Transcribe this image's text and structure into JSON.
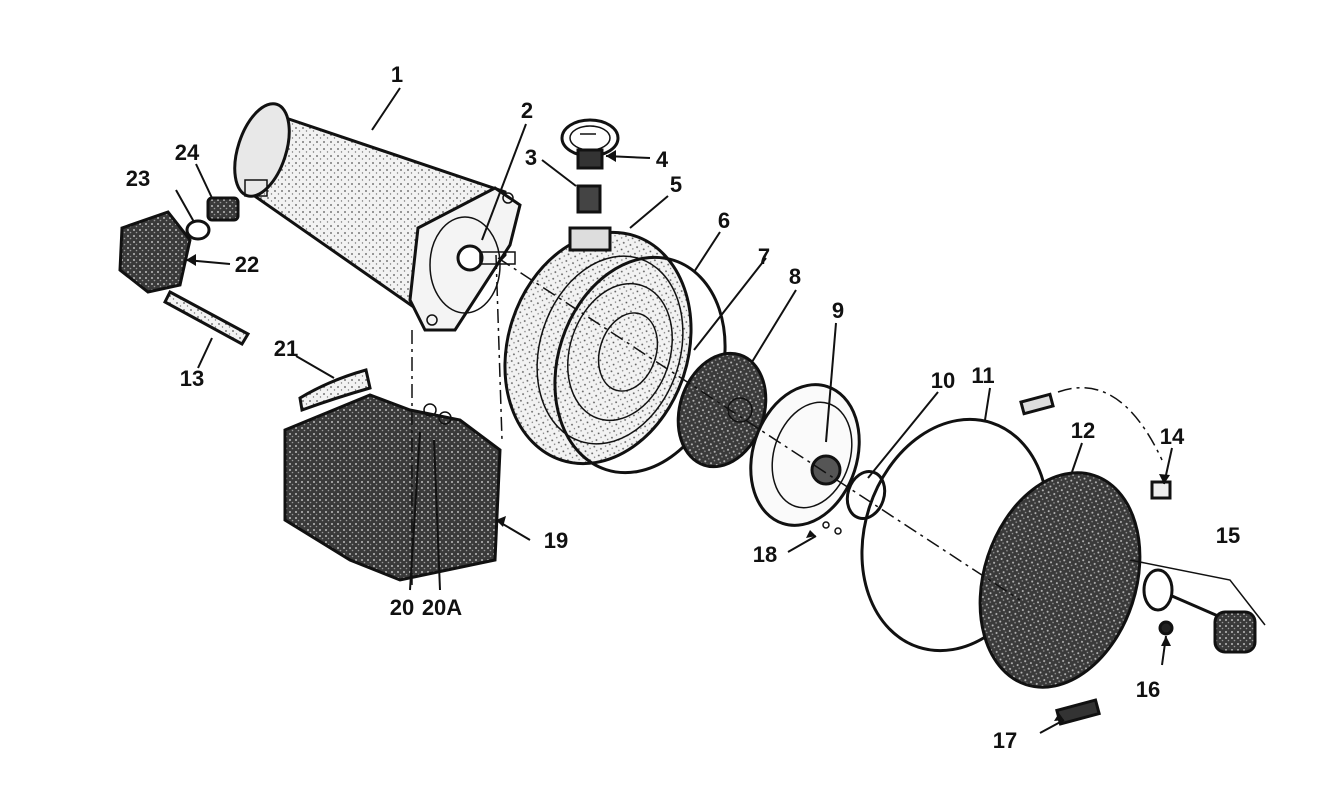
{
  "diagram": {
    "colors": {
      "ink": "#111111",
      "stipple": "#cfcfcf",
      "dark_fill": "#2a2a2a",
      "background": "#ffffff"
    },
    "callouts": [
      {
        "id": "1",
        "text": "1"
      },
      {
        "id": "2",
        "text": "2"
      },
      {
        "id": "3",
        "text": "3"
      },
      {
        "id": "4",
        "text": "4"
      },
      {
        "id": "5",
        "text": "5"
      },
      {
        "id": "6",
        "text": "6"
      },
      {
        "id": "7",
        "text": "7"
      },
      {
        "id": "8",
        "text": "8"
      },
      {
        "id": "9",
        "text": "9"
      },
      {
        "id": "10",
        "text": "10"
      },
      {
        "id": "11",
        "text": "11"
      },
      {
        "id": "12",
        "text": "12"
      },
      {
        "id": "13",
        "text": "13"
      },
      {
        "id": "14",
        "text": "14"
      },
      {
        "id": "15",
        "text": "15"
      },
      {
        "id": "16",
        "text": "16"
      },
      {
        "id": "17",
        "text": "17"
      },
      {
        "id": "18",
        "text": "18"
      },
      {
        "id": "19",
        "text": "19"
      },
      {
        "id": "20",
        "text": "20"
      },
      {
        "id": "20A",
        "text": "20A"
      },
      {
        "id": "21",
        "text": "21"
      },
      {
        "id": "22",
        "text": "22"
      },
      {
        "id": "23",
        "text": "23"
      },
      {
        "id": "24",
        "text": "24"
      }
    ]
  }
}
